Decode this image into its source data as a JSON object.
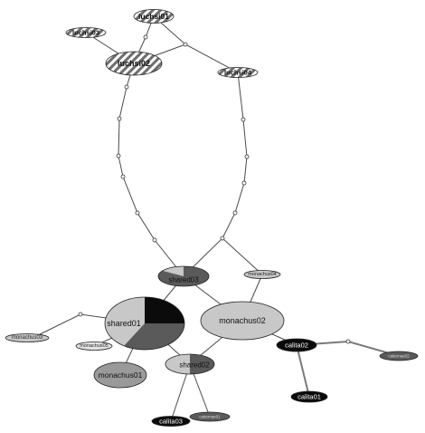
{
  "colors": {
    "black": "#0b0b0b",
    "dark_gray": "#5a5a5a",
    "mid_gray": "#9a9a9a",
    "light_gray": "#c8c8c8",
    "hatch_dark": "#6e6e6e",
    "hatch_light": "#ffffff"
  },
  "nodes": {
    "luchsi01": "luchsi01",
    "luchsi02": "luchsi02",
    "luchsi03": "luchsi03",
    "luchsi04": "luchsi04",
    "shared01": "shared01",
    "shared02": "shared02",
    "shared03": "shared03",
    "monachus01": "monachus01",
    "monachus02": "monachus02",
    "monachus03": "monachus03",
    "monachus04": "monachus04",
    "monachus05": "monachus05",
    "calita01": "calita01",
    "calita02": "calita02",
    "calita03": "calita03",
    "caitemae01": "caitemae01",
    "caitemae02": "caitemae02"
  }
}
